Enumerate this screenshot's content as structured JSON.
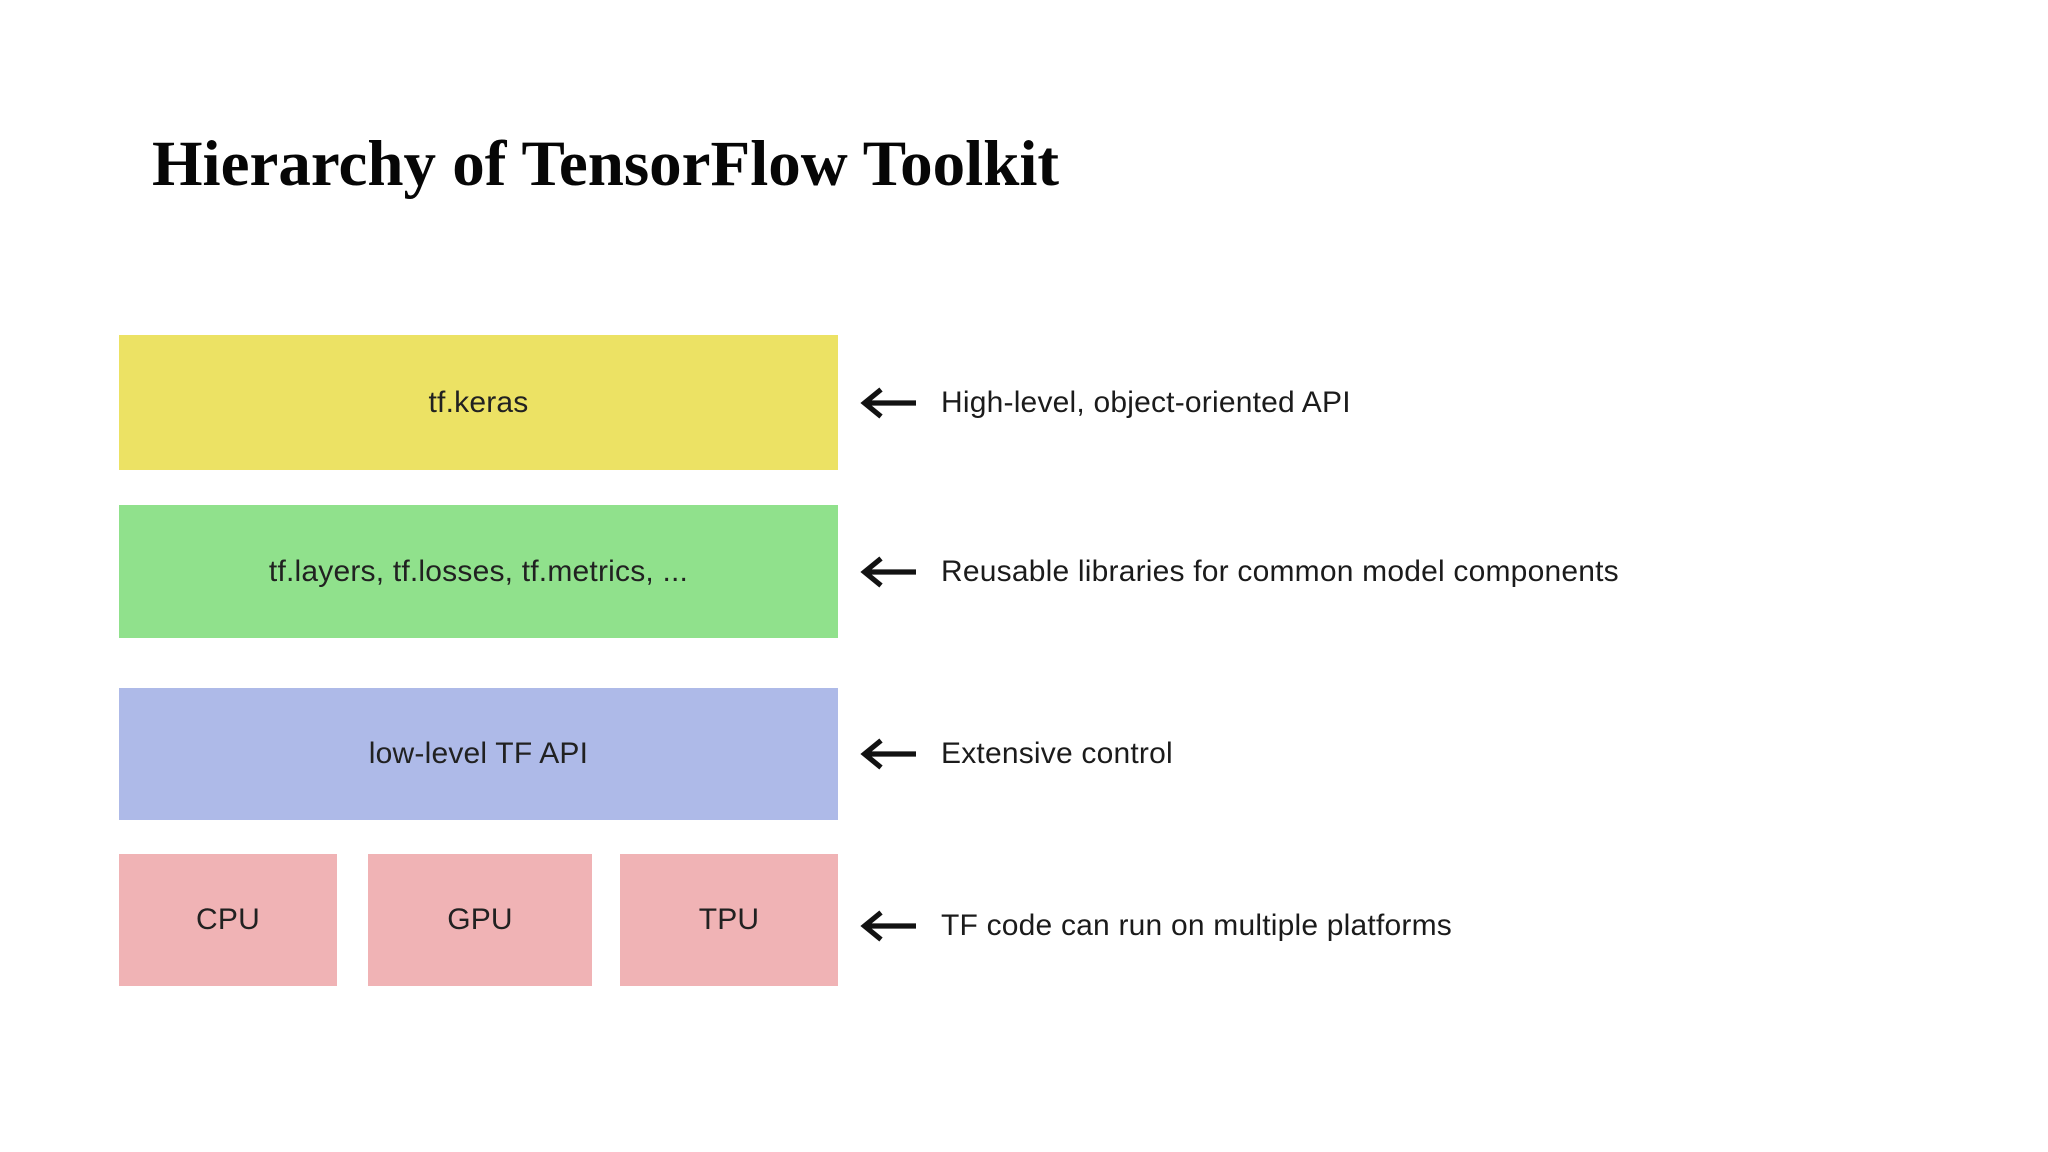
{
  "title": "Hierarchy of TensorFlow Toolkit",
  "colors": {
    "background": "#ffffff",
    "title_text": "#060606",
    "box_label_text": "#212121",
    "annotation_text": "#1b1b1b",
    "arrow": "#121212",
    "keras_box": "#ece264",
    "libraries_box": "#90e18c",
    "lowlevel_box": "#aebae8",
    "platform_box": "#f0b3b5"
  },
  "rows": [
    {
      "box_labels": [
        "tf.keras"
      ],
      "annotation": "High-level, object-oriented API"
    },
    {
      "box_labels": [
        "tf.layers, tf.losses, tf.metrics, ..."
      ],
      "annotation": "Reusable libraries for common model components"
    },
    {
      "box_labels": [
        "low-level TF API"
      ],
      "annotation": "Extensive control"
    },
    {
      "box_labels": [
        "CPU",
        "GPU",
        "TPU"
      ],
      "annotation": "TF code can run on multiple platforms"
    }
  ]
}
